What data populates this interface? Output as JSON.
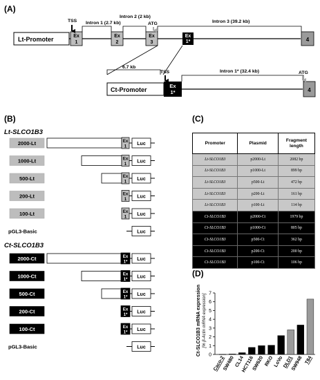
{
  "panels": {
    "a": "(A)",
    "b": "(B)",
    "c": "(C)",
    "d": "(D)"
  },
  "panel_a": {
    "lt_promoter": "Lt-Promoter",
    "ct_promoter": "Ct-Promoter",
    "tss": "TSS",
    "atg": "ATG",
    "intron1": "Intron 1 (2.7 kb)",
    "intron2": "Intron 2 (2 kb)",
    "intron3": "Intron 3 (39.2 kb)",
    "intron1_star": "Intron 1* (32.4 kb)",
    "dist": "6.7 kb",
    "exon_ex": "Ex",
    "ex1": "1",
    "ex2": "2",
    "ex3": "3",
    "ex1_star": "1*",
    "ex4": "4"
  },
  "panel_b": {
    "lt_title_italic": "Lt-SLCO1B3",
    "ct_title_italic": "Ct-SLCO1B3",
    "luc": "Luc",
    "ex": "Ex",
    "ex_lt": "1",
    "ex_ct": "1*",
    "lt_constructs": [
      "2000-Lt",
      "1000-Lt",
      "500-Lt",
      "200-Lt",
      "100-Lt"
    ],
    "ct_constructs": [
      "2000-Ct",
      "1000-Ct",
      "500-Ct",
      "200-Ct",
      "100-Ct"
    ],
    "basic": "pGL3-Basic"
  },
  "panel_c": {
    "headers": [
      "Promoter",
      "Plasmid",
      "Fragment length"
    ],
    "lt_rows": [
      [
        "Lt-SLCO1B3",
        "p2000-Lt",
        "2082 bp"
      ],
      [
        "Lt-SLCO1B3",
        "p1000-Lt",
        "899 bp"
      ],
      [
        "Lt-SLCO1B3",
        "p500-Lt",
        "472 bp"
      ],
      [
        "Lt-SLCO1B3",
        "p200-Lt",
        "161 bp"
      ],
      [
        "Lt-SLCO1B3",
        "p100-Lt",
        "114 bp"
      ]
    ],
    "ct_rows": [
      [
        "Ct-SLCO1B3",
        "p2000-Ct",
        "1979 bp"
      ],
      [
        "Ct-SLCO1B3",
        "p1000-Ct",
        "805 bp"
      ],
      [
        "Ct-SLCO1B3",
        "p500-Ct",
        "362 bp"
      ],
      [
        "Ct-SLCO1B3",
        "p200-Ct",
        "200 bp"
      ],
      [
        "Ct-SLCO1B3",
        "p100-Ct",
        "106 bp"
      ]
    ]
  },
  "chart_data": {
    "type": "bar",
    "ylabel_line1": "Ct-SLCO1B3 mRNA expression",
    "ylabel_line2": "[% β-Actin mRNA expression]",
    "ylim": [
      0,
      7
    ],
    "yticks": [
      0,
      1,
      2,
      3,
      4,
      5,
      6,
      7
    ],
    "categories": [
      "Caco-2",
      "SW480",
      "CL14",
      "HCT116",
      "SW620",
      "RKO",
      "LoVo",
      "DLD1",
      "SW948",
      "T84"
    ],
    "values": [
      0.02,
      0.05,
      0.2,
      0.8,
      1.0,
      1.05,
      2.15,
      2.8,
      3.35,
      6.3
    ],
    "bar_colors": [
      "#000000",
      "#000000",
      "#000000",
      "#000000",
      "#000000",
      "#000000",
      "#000000",
      "#9a9a9a",
      "#000000",
      "#9a9a9a"
    ],
    "underlined": [
      "Caco-2",
      "DLD1",
      "T84"
    ]
  }
}
